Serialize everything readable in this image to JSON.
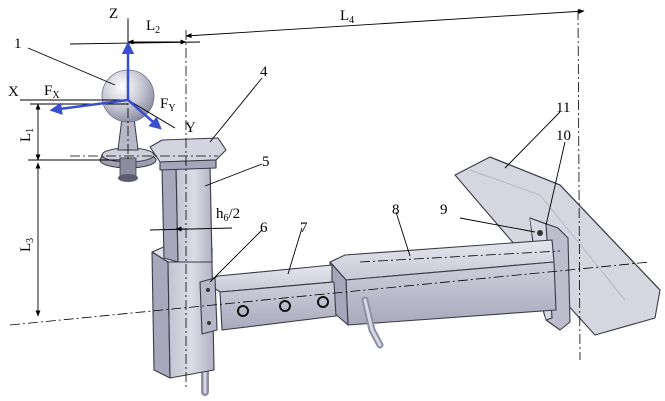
{
  "axes": {
    "z": "Z",
    "x": "X",
    "y": "Y",
    "fx": "F",
    "fx_sub": "X",
    "fy": "F",
    "fy_sub": "Y"
  },
  "dimensions": {
    "l1": "L",
    "l1_sub": "1",
    "l2": "L",
    "l2_sub": "2",
    "l3": "L",
    "l3_sub": "3",
    "l4": "L",
    "l4_sub": "4",
    "h6": "h",
    "h6_sub": "6",
    "h6_tail": "/2"
  },
  "parts": [
    "1",
    "4",
    "5",
    "6",
    "7",
    "8",
    "9",
    "10",
    "11"
  ],
  "colors": {
    "ink": "#000000",
    "axis_arrow": "#3a4fd0",
    "metal_light": "#dcdce6",
    "metal_mid": "#c4c4d2",
    "metal_dark": "#9c9cb0"
  }
}
